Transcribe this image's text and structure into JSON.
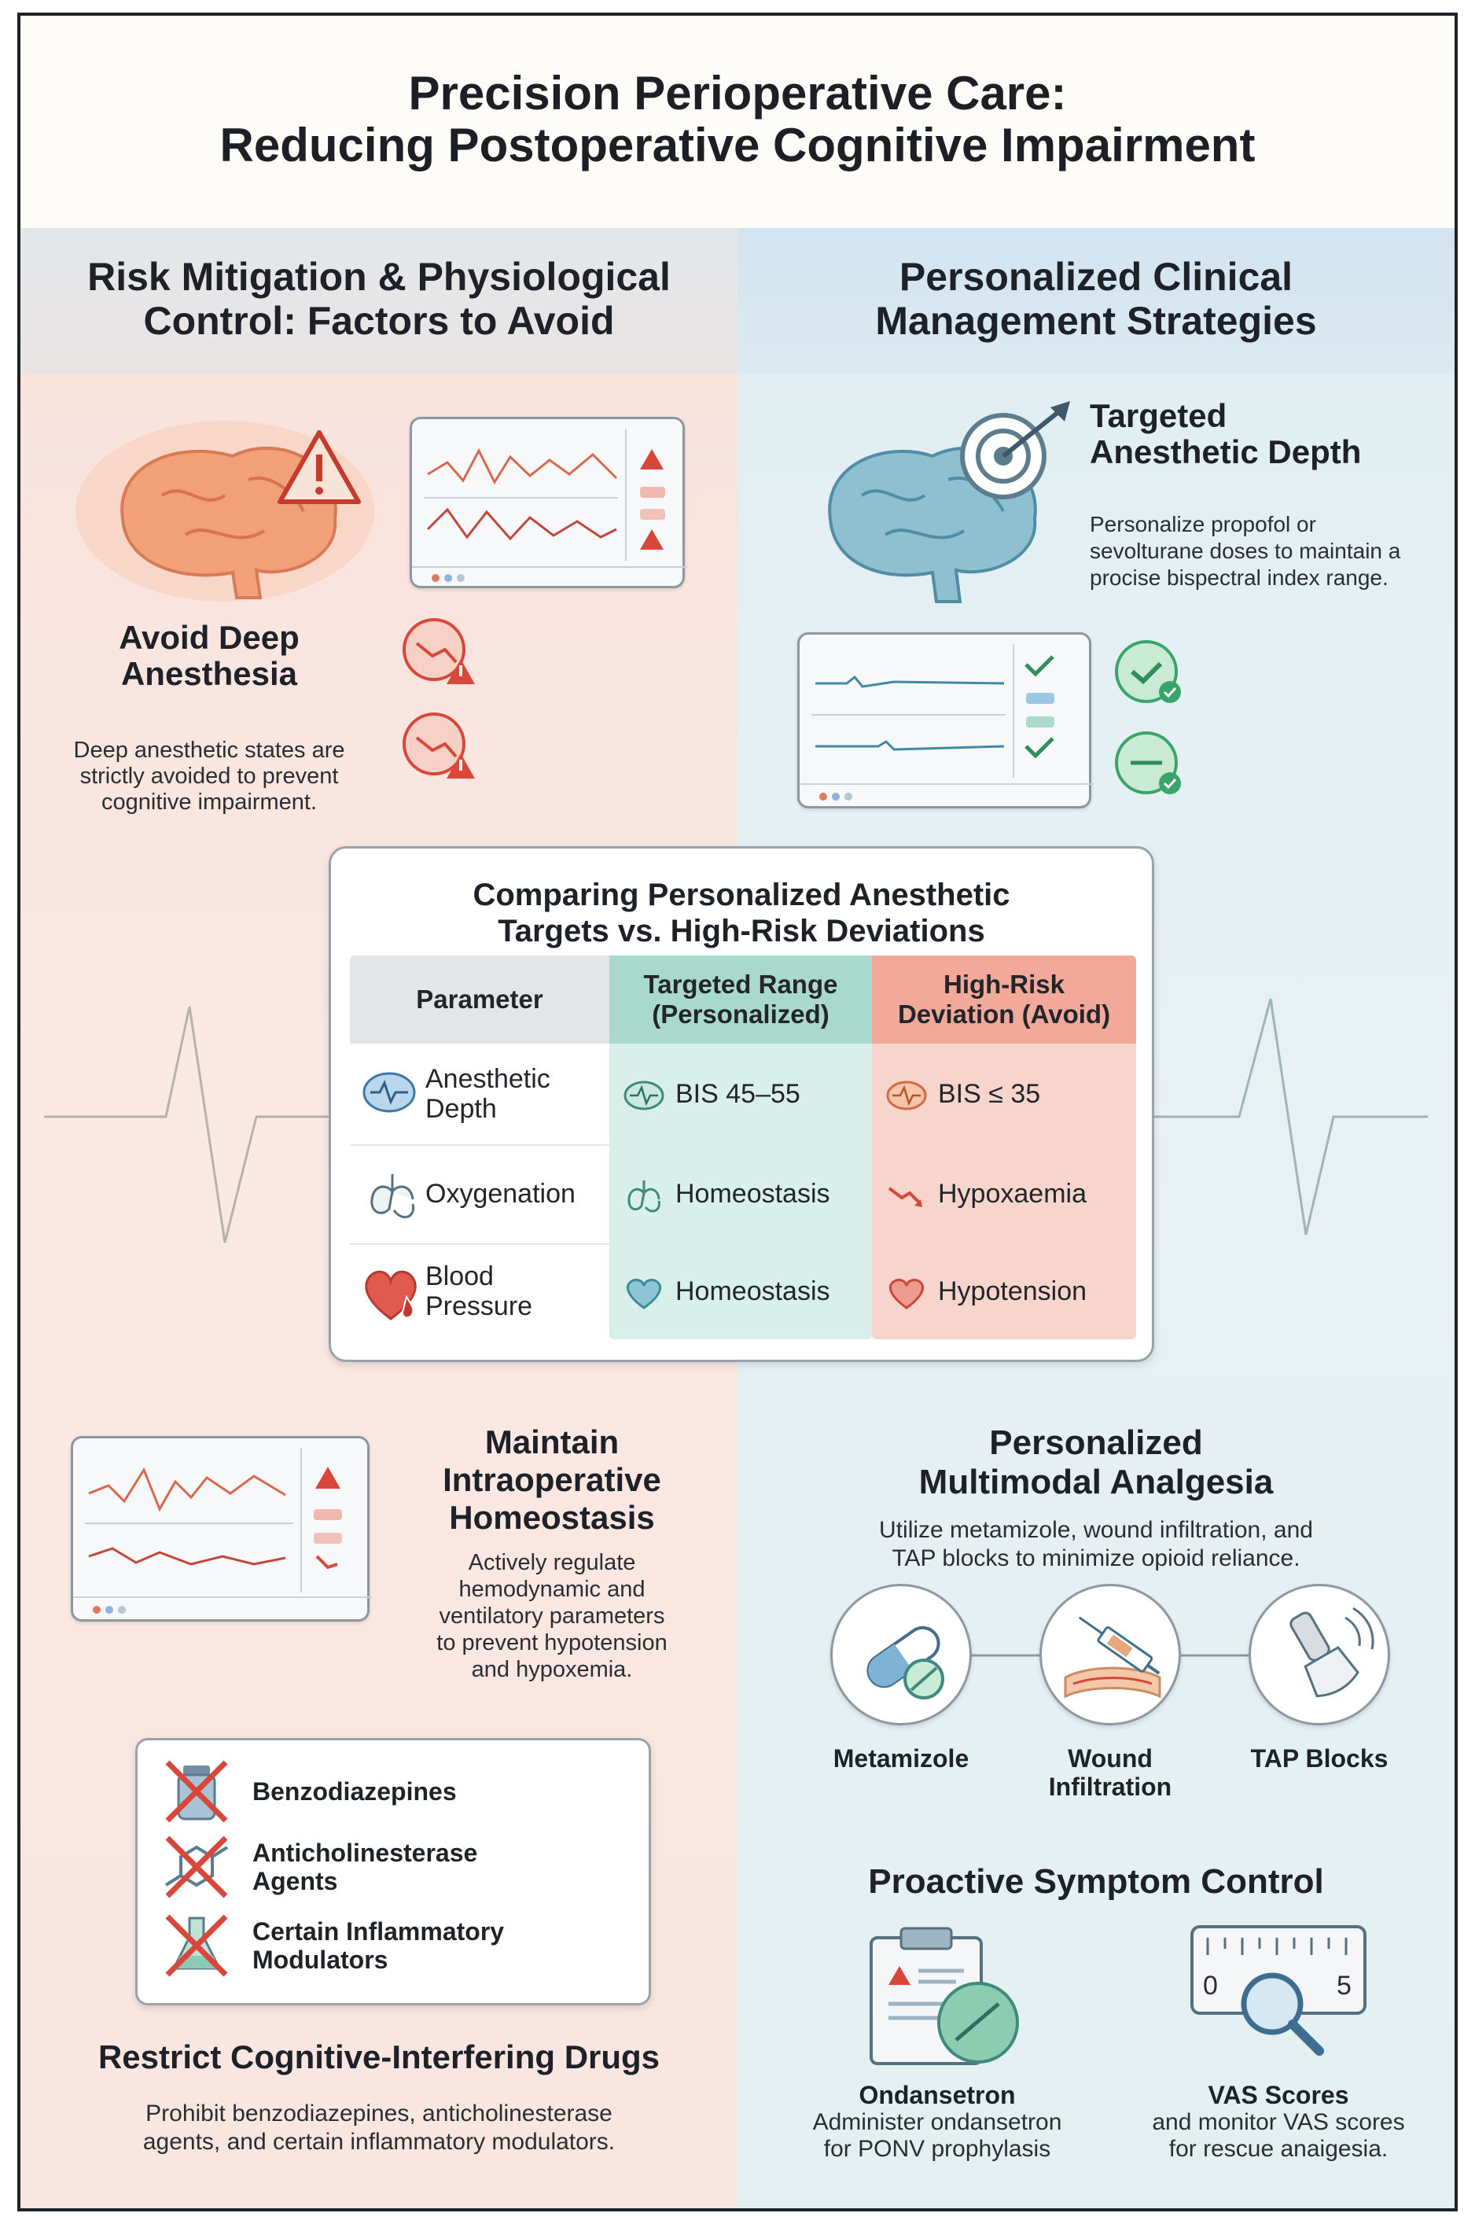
{
  "title": {
    "line1": "Precision Perioperative Care:",
    "line2": "Reducing Postoperative Cognitive Impairment"
  },
  "left": {
    "header_line1": "Risk Mitigation & Physiological",
    "header_line2": "Control: Factors to Avoid",
    "deep_anesthesia": {
      "title_line1": "Avoid Deep",
      "title_line2": "Anesthesia",
      "desc_line1": "Deep anesthetic states are",
      "desc_line2": "strictly avoided to prevent",
      "desc_line3": "cognitive impairment."
    },
    "homeostasis": {
      "title_line1": "Maintain",
      "title_line2": "Intraoperative",
      "title_line3": "Homeostasis",
      "desc_line1": "Actively regulate",
      "desc_line2": "hemodynamic and",
      "desc_line3": "ventilatory parameters",
      "desc_line4": "to prevent hypotension",
      "desc_line5": "and hypoxemia."
    },
    "drugs": {
      "items": [
        "Benzodiazepines",
        "Anticholinesterase Agents",
        "Certain Inflammatory Modulators"
      ],
      "item2_line1": "Anticholinesterase",
      "item2_line2": "Agents",
      "item3_line1": "Certain Inflammatory",
      "item3_line2": "Modulators",
      "title": "Restrict Cognitive-Interfering Drugs",
      "desc_line1": "Prohibit benzodiazepines, anticholinesterase",
      "desc_line2": "agents, and certain inflammatory modulators."
    }
  },
  "right": {
    "header_line1": "Personalized Clinical",
    "header_line2": "Management Strategies",
    "targeted_depth": {
      "title_line1": "Targeted",
      "title_line2": "Anesthetic Depth",
      "desc_line1": "Personalize propofol or",
      "desc_line2": "sevolturane doses to maintain a",
      "desc_line3": "procise bispectral index range."
    },
    "analgesia": {
      "title_line1": "Personalized",
      "title_line2": "Multimodal Analgesia",
      "desc_line1": "Utilize metamizole, wound infiltration, and",
      "desc_line2": "TAP blocks to minimize opioid reliance.",
      "items": [
        "Metamizole",
        "Wound Infiltration",
        "TAP Blocks"
      ],
      "wound_line1": "Wound",
      "wound_line2": "Infiltration"
    },
    "symptom_control": {
      "title": "Proactive Symptom Control",
      "ondansetron": {
        "label": "Ondansetron",
        "desc_line1": "Administer ondansetron",
        "desc_line2": "for PONV prophylasis"
      },
      "vas": {
        "label": "VAS Scores",
        "desc_line1": "and monitor VAS scores",
        "desc_line2": "for rescue anaigesia.",
        "scale_min": "0",
        "scale_max": "5"
      }
    }
  },
  "comparison": {
    "title_line1": "Comparing Personalized Anesthetic",
    "title_line2": "Targets vs. High-Risk Deviations",
    "headers": {
      "parameter": "Parameter",
      "target_line1": "Targeted Range",
      "target_line2": "(Personalized)",
      "risk_line1": "High-Risk",
      "risk_line2": "Deviation (Avoid)"
    },
    "rows": [
      {
        "param_line1": "Anesthetic",
        "param_line2": "Depth",
        "target": "BIS 45–55",
        "risk": "BIS ≤ 35"
      },
      {
        "param_line1": "Oxygenation",
        "param_line2": "",
        "target": "Homeostasis",
        "risk": "Hypoxaemia"
      },
      {
        "param_line1": "Blood",
        "param_line2": "Pressure",
        "target": "Homeostasis",
        "risk": "Hypotension"
      }
    ]
  },
  "colors": {
    "left_panel": "#f8e2dc",
    "right_panel": "#e1eef2",
    "target_column": "#d9efe9",
    "risk_column": "#f7d5cc",
    "warning_red": "#d9473a",
    "check_green": "#3aa56a"
  },
  "icons": [
    "brain-warning-icon",
    "brain-target-icon",
    "warning-triangle-icon",
    "check-icon",
    "heart-icon",
    "lung-icon",
    "pill-icon",
    "syringe-icon",
    "ultrasound-probe-icon",
    "clipboard-icon",
    "magnifier-icon",
    "flask-icon",
    "molecule-icon",
    "vial-icon"
  ]
}
